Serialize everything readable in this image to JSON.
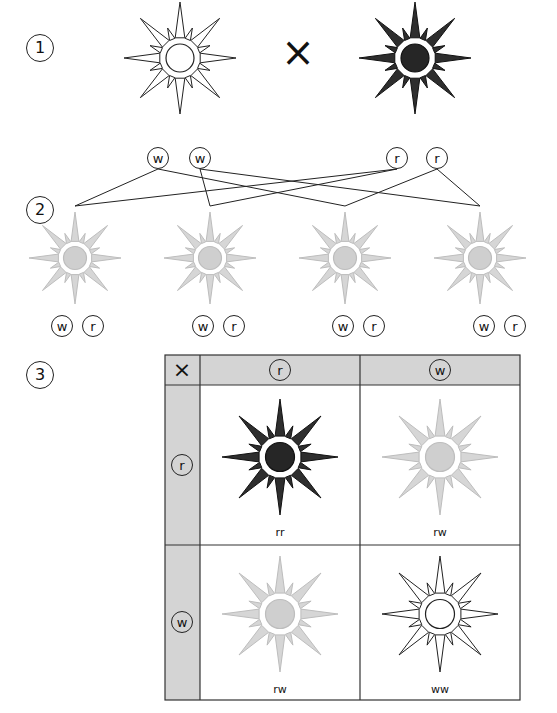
{
  "diagram": {
    "nodes": [
      {
        "text": [
          "1"
        ]
      },
      {
        "text": [
          "w"
        ]
      },
      {
        "text": [
          "w"
        ]
      },
      {
        "text": [
          "r"
        ]
      },
      {
        "text": [
          "r"
        ]
      },
      {
        "text": [
          "2"
        ]
      },
      {
        "text": [
          "w"
        ]
      },
      {
        "text": [
          "r"
        ]
      },
      {
        "text": [
          "w"
        ]
      },
      {
        "text": [
          "r"
        ]
      },
      {
        "text": [
          "w"
        ]
      },
      {
        "text": [
          "r"
        ]
      },
      {
        "text": [
          "w"
        ]
      },
      {
        "text": [
          "r"
        ]
      },
      {
        "text": [
          "3"
        ]
      },
      {
        "text": [
          "r"
        ]
      },
      {
        "text": [
          "w"
        ]
      },
      {
        "text": [
          "r"
        ]
      },
      {
        "text": [
          "w"
        ]
      }
    ],
    "labels": [
      "×",
      "×",
      "rr",
      "rw",
      "rw",
      "ww"
    ]
  }
}
